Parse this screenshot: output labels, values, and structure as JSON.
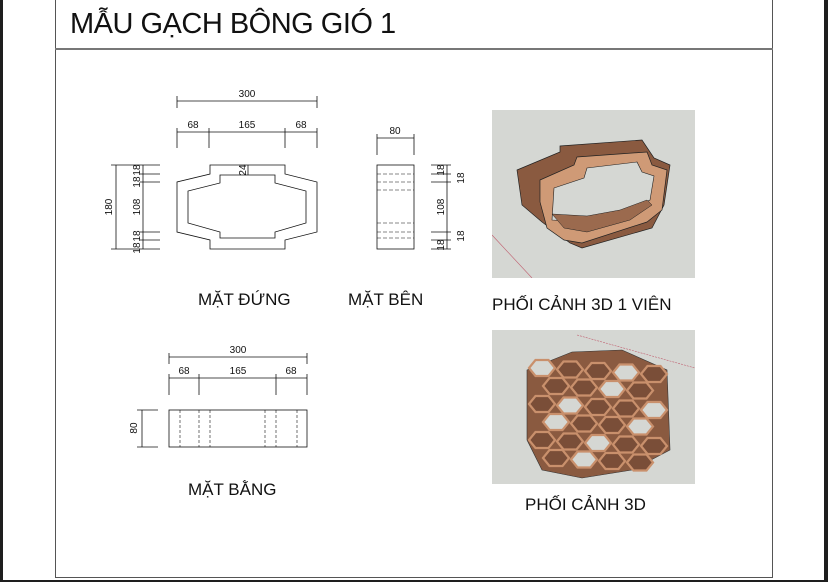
{
  "title": "MẪU GẠCH BÔNG GIÓ 1",
  "views": {
    "elevation": {
      "label": "MẶT ĐỨNG",
      "overall_width": "300",
      "widths": [
        "68",
        "165",
        "68"
      ],
      "overall_height": "180",
      "heights": [
        "18",
        "18",
        "108",
        "18",
        "18"
      ],
      "inner_offset": "24"
    },
    "side": {
      "label": "MẶT BÊN",
      "depth": "80",
      "heights": [
        "18",
        "18",
        "108",
        "18",
        "18"
      ]
    },
    "plan": {
      "label": "MẶT BẰNG",
      "overall_width": "300",
      "widths": [
        "68",
        "165",
        "68"
      ],
      "depth": "80"
    },
    "perspective_single": {
      "label": "PHỐI CẢNH 3D 1 VIÊN"
    },
    "perspective_wall": {
      "label": "PHỐI CẢNH 3D"
    }
  },
  "colors": {
    "brick": "#c9906c",
    "brick_dark": "#8a5a40",
    "render_bg": "#d5d7d3"
  }
}
